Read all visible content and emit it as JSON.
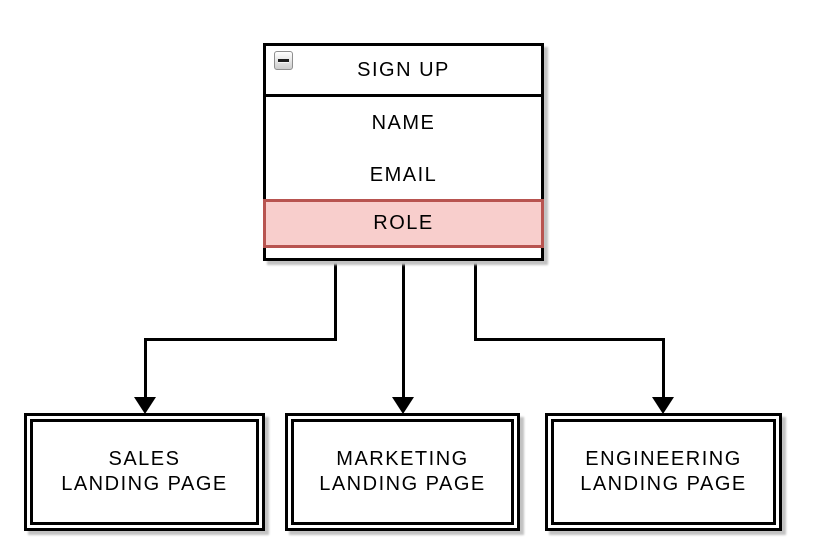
{
  "signup_entity": {
    "title": "SIGN UP",
    "collapse_button": "minus-icon",
    "fields": [
      {
        "label": "NAME",
        "highlighted": false
      },
      {
        "label": "EMAIL",
        "highlighted": false
      },
      {
        "label": "ROLE",
        "highlighted": true
      }
    ]
  },
  "landing_pages": [
    {
      "label": "SALES\nLANDING PAGE"
    },
    {
      "label": "MARKETING\nLANDING PAGE"
    },
    {
      "label": "ENGINEERING\nLANDING PAGE"
    }
  ],
  "colors": {
    "stroke": "#000000",
    "fill": "#ffffff",
    "highlight_fill": "#f8cecc",
    "highlight_stroke": "#b85450",
    "shadow": "#c2c2c2",
    "background": "#ffffff"
  }
}
